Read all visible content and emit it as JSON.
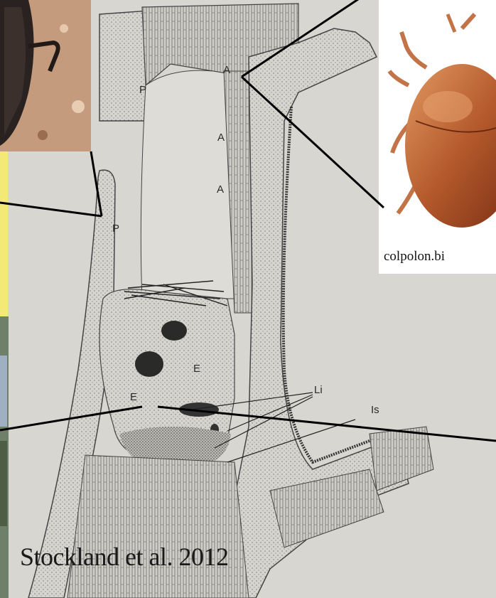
{
  "diagram": {
    "labels": {
      "p_top": "P",
      "p_left": "P",
      "a1": "A",
      "a2": "A",
      "a3": "A",
      "e1": "E",
      "e2": "E",
      "li": "Li",
      "is": "Is"
    }
  },
  "credit": "Stockland et al. 2012",
  "photo_source": "colpolon.bi"
}
